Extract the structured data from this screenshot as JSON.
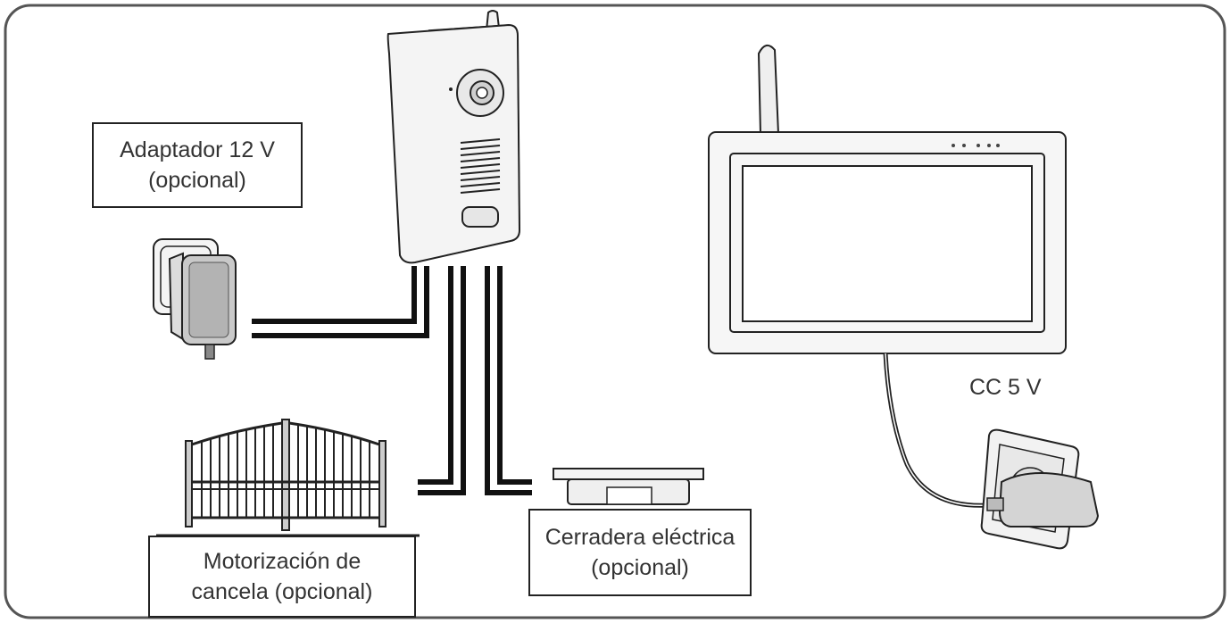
{
  "labels": {
    "adapter_line1": "Adaptador 12 V",
    "adapter_line2": "(opcional)",
    "gate_line1": "Motorización de",
    "gate_line2": "cancela (opcional)",
    "lock_line1": "Cerradera eléctrica",
    "lock_line2": "(opcional)",
    "monitor_power": "CC 5 V"
  },
  "colors": {
    "line": "#111111",
    "frame": "#555555",
    "device_fill": "#f2f2f2"
  }
}
